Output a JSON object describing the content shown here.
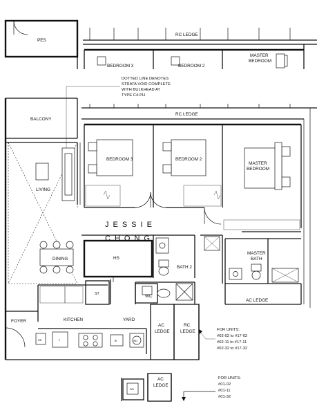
{
  "rooms": {
    "pes": "PES",
    "rc_ledge_top": "RC LEDGE",
    "bedroom3_top": "BEDROOM 3",
    "bedroom2_top": "BEDROOM 2",
    "master_top_line1": "MASTER",
    "master_top_line2": "BEDROOM",
    "rc_ledge_main": "RC LEDGE",
    "balcony": "BALCONY",
    "bedroom3": "BEDROOM 3",
    "bedroom2": "BEDROOM 2",
    "master_line1": "MASTER",
    "master_line2": "BEDROOM",
    "living": "LIVING",
    "dining": "DINING",
    "hs": "HS",
    "bath2": "BATH 2",
    "master_bath_line1": "MASTER",
    "master_bath_line2": "BATH",
    "wc": "WC",
    "st": "ST",
    "ac_ledge_right": "AC LEDGE",
    "foyer": "FOYER",
    "kitchen": "KITCHEN",
    "yard": "YARD",
    "ac_ledge_line1": "AC",
    "ac_ledge_line2": "LEDGE",
    "rc_ledge_line1": "RC",
    "rc_ledge_line2": "LEDGE",
    "ac_ledge_bottom_line1": "AC",
    "ac_ledge_bottom_line2": "LEDGE"
  },
  "appliances": {
    "db": "DB",
    "fridge": "F",
    "bin": "BI",
    "wd": "WD",
    "wd_bottom": "WD"
  },
  "note": {
    "line1": "DOTTED LINE DENOTES",
    "line2": "STRATA VOID COMPLETE",
    "line3": "WITH BULKHEAD AT",
    "line4": "TYPE C4-PH"
  },
  "units_main": {
    "heading": "FOR UNITS:",
    "lines": [
      "#02-02 to #17-02",
      "#02-11 to #17-11",
      "#02-32 to #17-32"
    ]
  },
  "units_bottom": {
    "heading": "FOR UNITS:",
    "lines": [
      "#01-02",
      "#01-11",
      "#01-32"
    ]
  },
  "watermark": {
    "line1": "JESSIE",
    "line2": "CHONG"
  }
}
